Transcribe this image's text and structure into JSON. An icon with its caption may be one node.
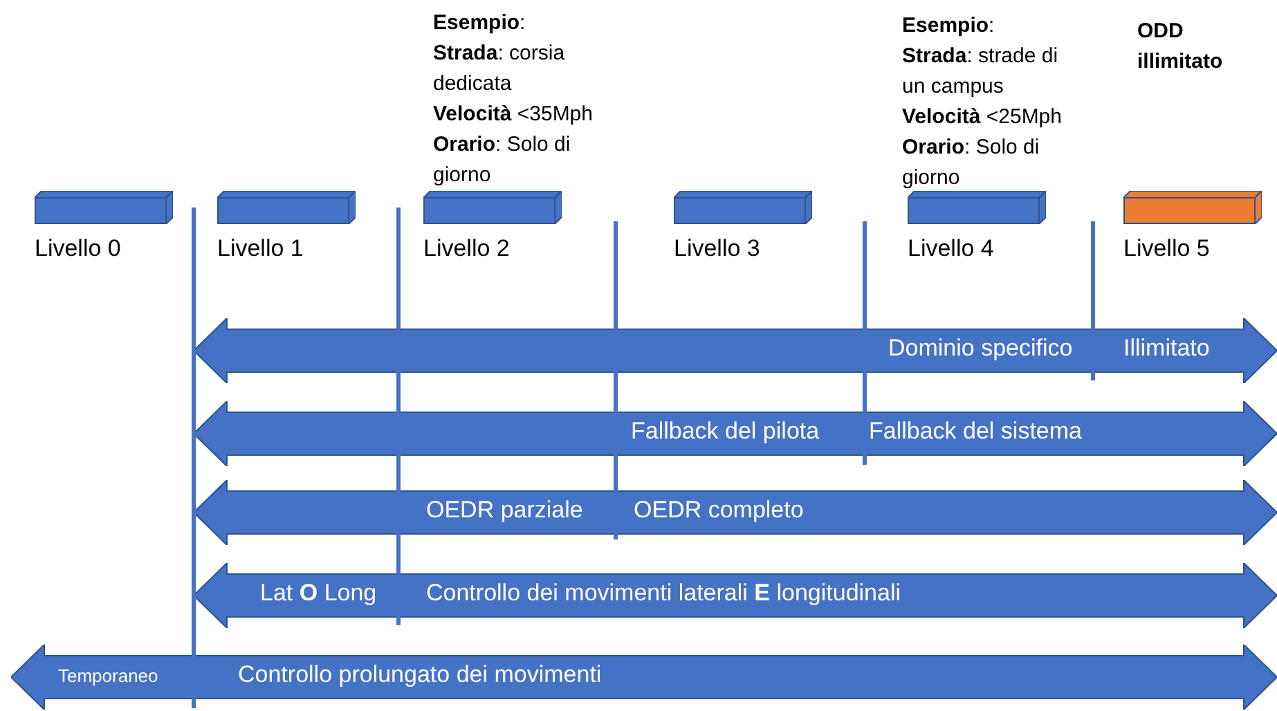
{
  "diagram": {
    "nodes": [
      {
        "text": [
          "Livello 0"
        ]
      },
      {
        "text": [
          "Livello 1"
        ]
      },
      {
        "text": [
          "Livello 2"
        ],
        "beside": [
          "**Esempio**:",
          "**Strada**: corsia dedicata",
          "**Velocità** <35Mph",
          "**Orario**: Solo di giorno"
        ]
      },
      {
        "text": [
          "Livello 3"
        ]
      },
      {
        "text": [
          "Livello 4"
        ],
        "beside": [
          "**Esempio**:",
          "**Strada**: strade di un campus",
          "**Velocità** <25Mph",
          "**Orario**: Solo di giorno"
        ]
      },
      {
        "text": [
          "Livello 5"
        ]
      },
      {
        "text": [
          "Dominio specifico",
          "Illimitato"
        ]
      },
      {
        "text": [
          "Fallback del pilota",
          "Fallback del sistema"
        ]
      },
      {
        "text": [
          "OEDR parziale",
          "OEDR completo"
        ]
      },
      {
        "text": [
          "Lat **O** Long",
          "Controllo dei movimenti laterali **E** longitudinali"
        ]
      },
      {
        "text": [
          "Temporaneo",
          "Controllo prolungato dei movimenti"
        ]
      }
    ],
    "labels": [
      "ODD illimitato"
    ]
  }
}
